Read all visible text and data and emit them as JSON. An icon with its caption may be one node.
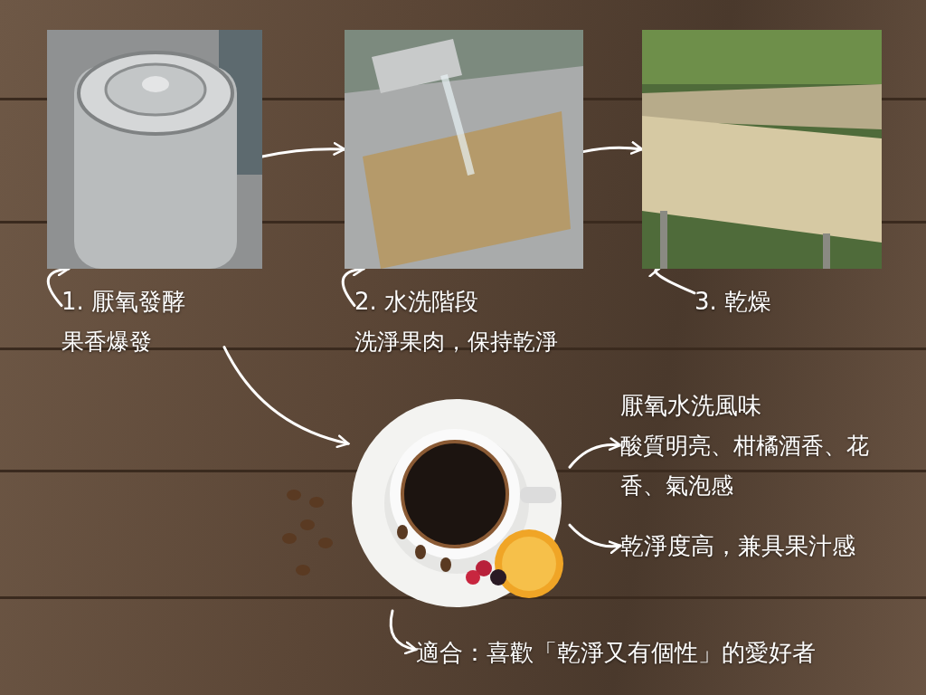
{
  "diagram": {
    "nodes": [
      {
        "text": [],
        "shape": "picture"
      },
      {
        "text": [],
        "shape": "picture"
      },
      {
        "text": [],
        "shape": "picture"
      },
      {
        "text": [
          "1. 厭氧發酵",
          "果香爆發"
        ]
      },
      {
        "text": [
          "2. 水洗階段",
          "洗淨果肉，保持乾淨"
        ]
      },
      {
        "text": [
          "3. 乾燥"
        ]
      },
      {
        "text": [],
        "shape": "picture"
      },
      {
        "text": [
          "厭氧水洗風味",
          "酸質明亮、柑橘酒香、花香、氣泡感"
        ]
      },
      {
        "text": [
          "乾淨度高，兼具果汁感"
        ]
      },
      {
        "text": [
          "適合：喜歡「乾淨又有個性」的愛好者"
        ]
      }
    ],
    "edges": [
      {
        "from": 0,
        "to": 1,
        "arrow": "to"
      },
      {
        "from": 1,
        "to": 2,
        "arrow": "to"
      },
      {
        "from": 3,
        "to": 0,
        "arrow": "to"
      },
      {
        "from": 4,
        "to": 1,
        "arrow": "to"
      },
      {
        "from": 5,
        "to": 2,
        "arrow": "to"
      },
      {
        "from": 3,
        "to": 6,
        "arrow": "to"
      },
      {
        "from": 6,
        "to": 7,
        "arrow": "to"
      },
      {
        "from": 6,
        "to": 8,
        "arrow": "to"
      },
      {
        "from": 6,
        "to": 9,
        "arrow": "to"
      }
    ]
  }
}
